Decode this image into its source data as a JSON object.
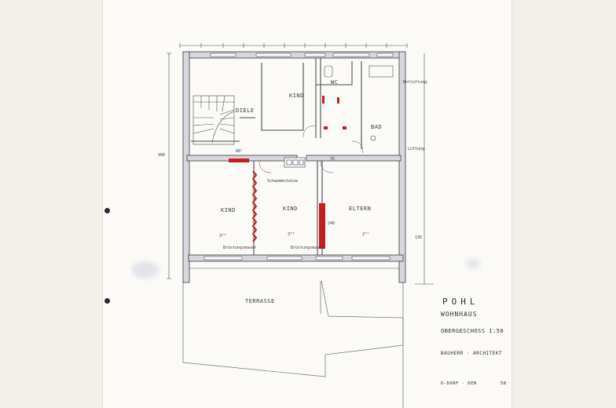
{
  "rooms": {
    "diele": "DIELE",
    "kind_top": "KIND",
    "wc": "WC",
    "bad": "BAD",
    "kind_left": "KIND",
    "kind_center": "KIND",
    "eltern": "ELTERN",
    "terrasse": "TERRASSE"
  },
  "annotations": {
    "schwemmsteine": "Schwemmsteine",
    "brustungsmauer_left": "Brüstungsmauer",
    "brustungsmauer_right": "Brüstungsmauer",
    "entluftung": "Entlüftung",
    "luftung": "Lüftung"
  },
  "dims": {
    "kind_left_w": "3⁰⁰",
    "kind_center_w": "3⁰⁰",
    "eltern_w": "2⁸⁵",
    "door_88": "88⁵",
    "door_76": "76",
    "wall_136": "136",
    "height_240": "240",
    "side_990": "990"
  },
  "title": {
    "owner": "POHL",
    "project": "WOHNHAUS",
    "floor": "OBERGESCHOSS 1:50",
    "client": "BAUHERR · ARCHITEKT",
    "office": "D-DORF · DEN",
    "sheet_no": "58"
  },
  "colors": {
    "ink": "#4a4a55",
    "wall_fill": "#d6d8de",
    "red": "#c41e1e",
    "paper": "#fbfaf7"
  }
}
